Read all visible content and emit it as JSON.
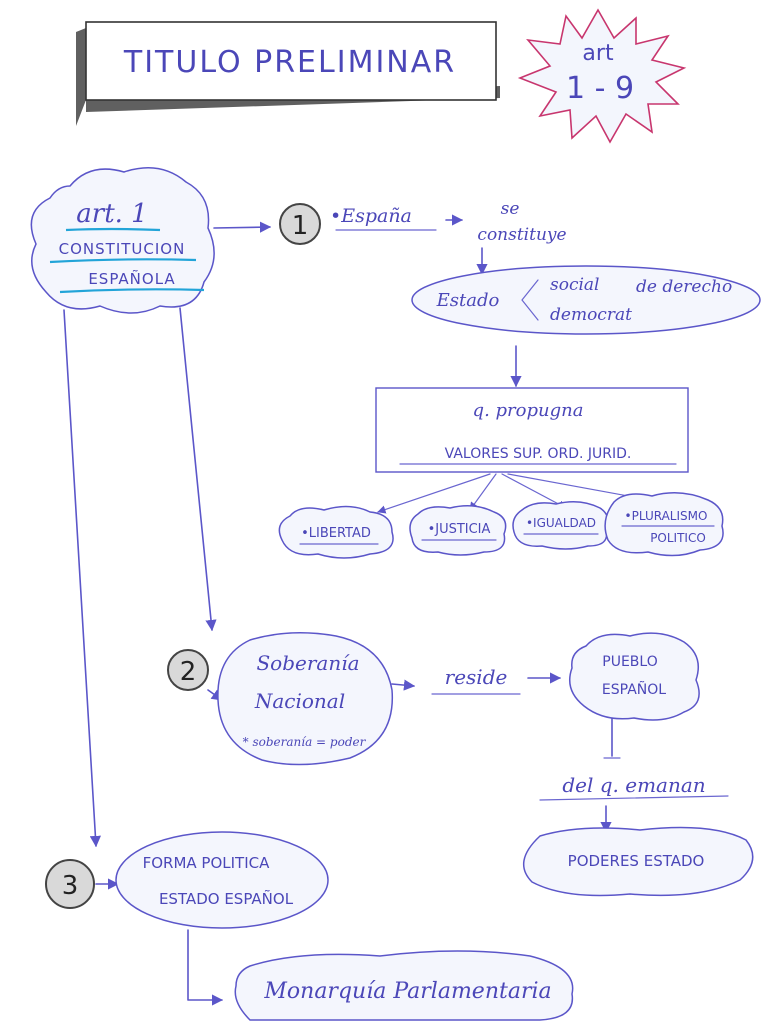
{
  "title": {
    "text": "TITULO PRELIMINAR"
  },
  "badge": {
    "line1": "art",
    "line2": "1 - 9"
  },
  "art1": {
    "label": "art. 1",
    "line1": "CONSTITUCION",
    "line2": "ESPAÑOLA"
  },
  "point1": {
    "number": "1",
    "subject": "•España",
    "verb_line1": "se",
    "verb_line2": "constituye",
    "estado": "Estado",
    "social": "social",
    "de_derecho": "de derecho",
    "democrat": "democrat",
    "propugna": "q. propugna",
    "valores": "VALORES SUP. ORD. JURID.",
    "values": [
      "•LIBERTAD",
      "•JUSTICIA",
      "•IGUALDAD",
      "•PLURALISMO",
      "POLITICO"
    ]
  },
  "point2": {
    "number": "2",
    "soberania": "Soberanía",
    "nacional": "Nacional",
    "note": "* soberanía = poder",
    "reside": "reside",
    "pueblo": "PUEBLO",
    "espanol": "ESPAÑOL",
    "emanan": "del q. emanan",
    "poderes": "PODERES ESTADO"
  },
  "point3": {
    "number": "3",
    "forma": "FORMA POLITICA",
    "estado": "ESTADO ESPAÑOL",
    "monarquia": "Monarquía Parlamentaria"
  }
}
